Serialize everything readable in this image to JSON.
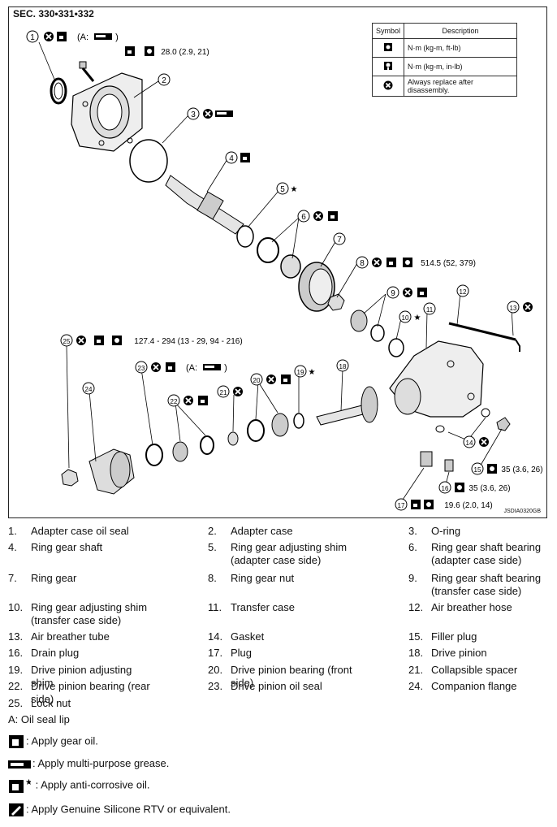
{
  "section": "SEC. 330•331•332",
  "symbol_table": {
    "header_symbol": "Symbol",
    "header_description": "Description",
    "rows": [
      {
        "icon": "torque-icon",
        "description": "N·m (kg-m, ft-lb)"
      },
      {
        "icon": "torque-icon-in",
        "description": "N·m (kg-m, in-lb)"
      },
      {
        "icon": "replace-icon",
        "description": "Always replace after disassembly."
      }
    ]
  },
  "callouts": {
    "c1": "(A:",
    "torque_bolt": "28.0 (2.9, 21)",
    "torque_8": "514.5 (52, 379)",
    "torque_25": "127.4 - 294 (13 - 29, 94 - 216)",
    "c23": "(A:",
    "torque_15": "35 (3.6, 26)",
    "torque_16": "35 (3.6, 26)",
    "torque_17": "19.6 (2.0, 14)"
  },
  "image_code": "JSDIA0320GB",
  "parts": [
    {
      "no": "1.",
      "name": "Adapter case oil seal"
    },
    {
      "no": "2.",
      "name": "Adapter case"
    },
    {
      "no": "3.",
      "name": "O-ring"
    },
    {
      "no": "4.",
      "name": "Ring gear shaft"
    },
    {
      "no": "5.",
      "name": "Ring gear adjusting shim",
      "name2": "(adapter case side)"
    },
    {
      "no": "6.",
      "name": "Ring gear shaft bearing",
      "name2": "(adapter case side)"
    },
    {
      "no": "7.",
      "name": "Ring gear"
    },
    {
      "no": "8.",
      "name": "Ring gear nut"
    },
    {
      "no": "9.",
      "name": "Ring gear shaft bearing",
      "name2": "(transfer case side)"
    },
    {
      "no": "10.",
      "name": "Ring gear adjusting shim",
      "name2": "(transfer case side)"
    },
    {
      "no": "11.",
      "name": "Transfer case"
    },
    {
      "no": "12.",
      "name": "Air breather hose"
    },
    {
      "no": "13.",
      "name": "Air breather tube"
    },
    {
      "no": "14.",
      "name": "Gasket"
    },
    {
      "no": "15.",
      "name": "Filler plug"
    },
    {
      "no": "16.",
      "name": "Drain plug"
    },
    {
      "no": "17.",
      "name": "Plug"
    },
    {
      "no": "18.",
      "name": "Drive pinion"
    },
    {
      "no": "19.",
      "name": "Drive pinion adjusting shim"
    },
    {
      "no": "20.",
      "name": "Drive pinion bearing (front side)"
    },
    {
      "no": "21.",
      "name": "Collapsible spacer"
    },
    {
      "no": "22.",
      "name": "Drive pinion bearing (rear side)"
    },
    {
      "no": "23.",
      "name": "Drive pinion oil seal"
    },
    {
      "no": "24.",
      "name": "Companion flange"
    },
    {
      "no": "25.",
      "name": "Lock nut"
    }
  ],
  "note_a": "A: Oil seal lip",
  "notes": {
    "gear_oil": ": Apply gear oil.",
    "grease": ": Apply multi-purpose grease.",
    "anticorrosive": " : Apply anti-corrosive oil.",
    "rtv": ": Apply Genuine Silicone RTV or equivalent."
  }
}
